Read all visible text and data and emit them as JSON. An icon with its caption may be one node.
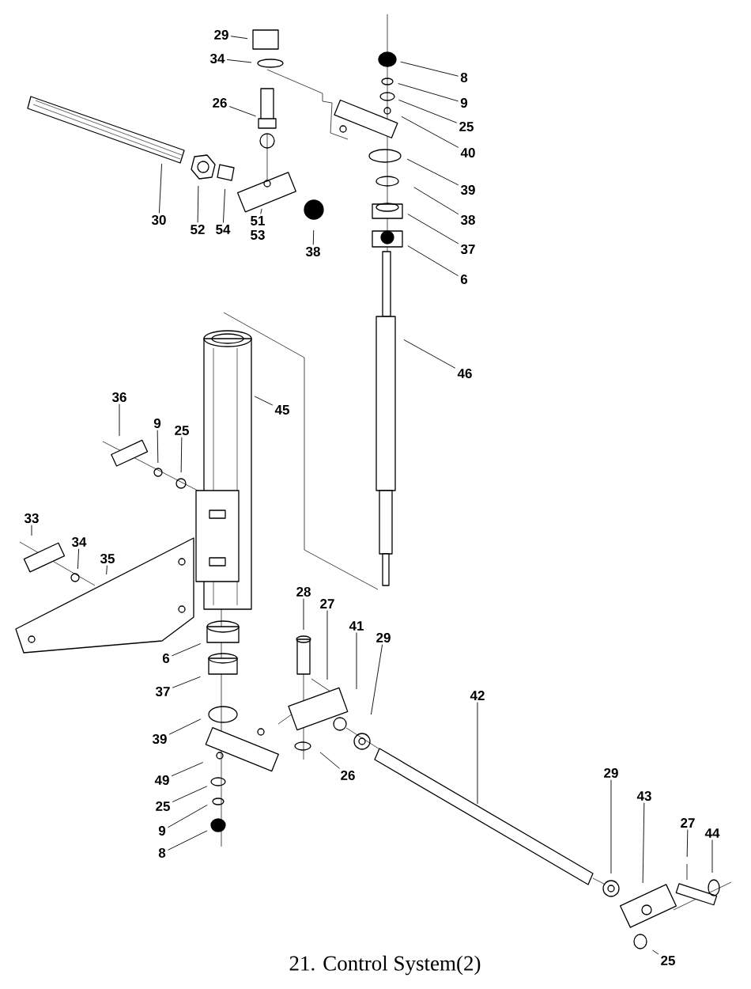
{
  "diagram": {
    "caption": "21. Control System(2)",
    "nodes": [
      {
        "text": [
          "29"
        ]
      },
      {
        "text": [
          "34"
        ]
      },
      {
        "text": [
          "8"
        ]
      },
      {
        "text": [
          "9"
        ]
      },
      {
        "text": [
          "25"
        ]
      },
      {
        "text": [
          "40"
        ]
      },
      {
        "text": [
          "26"
        ]
      },
      {
        "text": [
          "39"
        ]
      },
      {
        "text": [
          "38"
        ]
      },
      {
        "text": [
          "37"
        ]
      },
      {
        "text": [
          "6"
        ]
      },
      {
        "text": [
          "30"
        ]
      },
      {
        "text": [
          "52"
        ]
      },
      {
        "text": [
          "54"
        ]
      },
      {
        "text": [
          "51",
          "53"
        ]
      },
      {
        "text": [
          "38"
        ]
      },
      {
        "text": [
          "46"
        ]
      },
      {
        "text": [
          "45"
        ]
      },
      {
        "text": [
          "36"
        ]
      },
      {
        "text": [
          "9"
        ]
      },
      {
        "text": [
          "25"
        ]
      },
      {
        "text": [
          "33"
        ]
      },
      {
        "text": [
          "34"
        ]
      },
      {
        "text": [
          "35"
        ]
      },
      {
        "text": [
          "28"
        ]
      },
      {
        "text": [
          "27"
        ]
      },
      {
        "text": [
          "41"
        ]
      },
      {
        "text": [
          "29"
        ]
      },
      {
        "text": [
          "6"
        ]
      },
      {
        "text": [
          "37"
        ]
      },
      {
        "text": [
          "39"
        ]
      },
      {
        "text": [
          "49"
        ]
      },
      {
        "text": [
          "25"
        ]
      },
      {
        "text": [
          "9"
        ]
      },
      {
        "text": [
          "8"
        ]
      },
      {
        "text": [
          "26"
        ]
      },
      {
        "text": [
          "42"
        ]
      },
      {
        "text": [
          "29"
        ]
      },
      {
        "text": [
          "43"
        ]
      },
      {
        "text": [
          "27"
        ]
      },
      {
        "text": [
          "44"
        ]
      },
      {
        "text": [
          "25"
        ]
      }
    ],
    "edges": [
      {
        "from": 0,
        "to": null,
        "arrow": "none"
      },
      {
        "from": 1,
        "to": null,
        "arrow": "none"
      },
      {
        "from": 2,
        "to": null,
        "arrow": "none"
      },
      {
        "from": 3,
        "to": null,
        "arrow": "none"
      },
      {
        "from": 4,
        "to": null,
        "arrow": "none"
      },
      {
        "from": 5,
        "to": null,
        "arrow": "none"
      },
      {
        "from": 6,
        "to": null,
        "arrow": "none"
      },
      {
        "from": 7,
        "to": null,
        "arrow": "none"
      },
      {
        "from": 8,
        "to": null,
        "arrow": "none"
      },
      {
        "from": 9,
        "to": null,
        "arrow": "none"
      },
      {
        "from": 10,
        "to": null,
        "arrow": "none"
      },
      {
        "from": 11,
        "to": null,
        "arrow": "none"
      },
      {
        "from": 12,
        "to": null,
        "arrow": "none"
      },
      {
        "from": 13,
        "to": null,
        "arrow": "none"
      },
      {
        "from": 14,
        "to": null,
        "arrow": "none"
      },
      {
        "from": 15,
        "to": null,
        "arrow": "none"
      },
      {
        "from": 16,
        "to": null,
        "arrow": "none"
      },
      {
        "from": 17,
        "to": null,
        "arrow": "none"
      },
      {
        "from": 18,
        "to": null,
        "arrow": "none"
      },
      {
        "from": 19,
        "to": null,
        "arrow": "none"
      },
      {
        "from": 20,
        "to": null,
        "arrow": "none"
      },
      {
        "from": 21,
        "to": null,
        "arrow": "none"
      },
      {
        "from": 22,
        "to": null,
        "arrow": "none"
      },
      {
        "from": 23,
        "to": null,
        "arrow": "none"
      },
      {
        "from": 24,
        "to": null,
        "arrow": "none"
      },
      {
        "from": 25,
        "to": null,
        "arrow": "none"
      },
      {
        "from": 26,
        "to": null,
        "arrow": "none"
      },
      {
        "from": 27,
        "to": null,
        "arrow": "none"
      },
      {
        "from": 28,
        "to": null,
        "arrow": "none"
      },
      {
        "from": 29,
        "to": null,
        "arrow": "none"
      },
      {
        "from": 30,
        "to": null,
        "arrow": "none"
      },
      {
        "from": 31,
        "to": null,
        "arrow": "none"
      },
      {
        "from": 32,
        "to": null,
        "arrow": "none"
      },
      {
        "from": 33,
        "to": null,
        "arrow": "none"
      },
      {
        "from": 34,
        "to": null,
        "arrow": "none"
      },
      {
        "from": 35,
        "to": null,
        "arrow": "none"
      },
      {
        "from": 36,
        "to": null,
        "arrow": "none"
      },
      {
        "from": 37,
        "to": null,
        "arrow": "none"
      },
      {
        "from": 38,
        "to": null,
        "arrow": "none"
      },
      {
        "from": 39,
        "to": null,
        "arrow": "none"
      },
      {
        "from": 40,
        "to": null,
        "arrow": "none"
      },
      {
        "from": 41,
        "to": null,
        "arrow": "none"
      }
    ]
  }
}
